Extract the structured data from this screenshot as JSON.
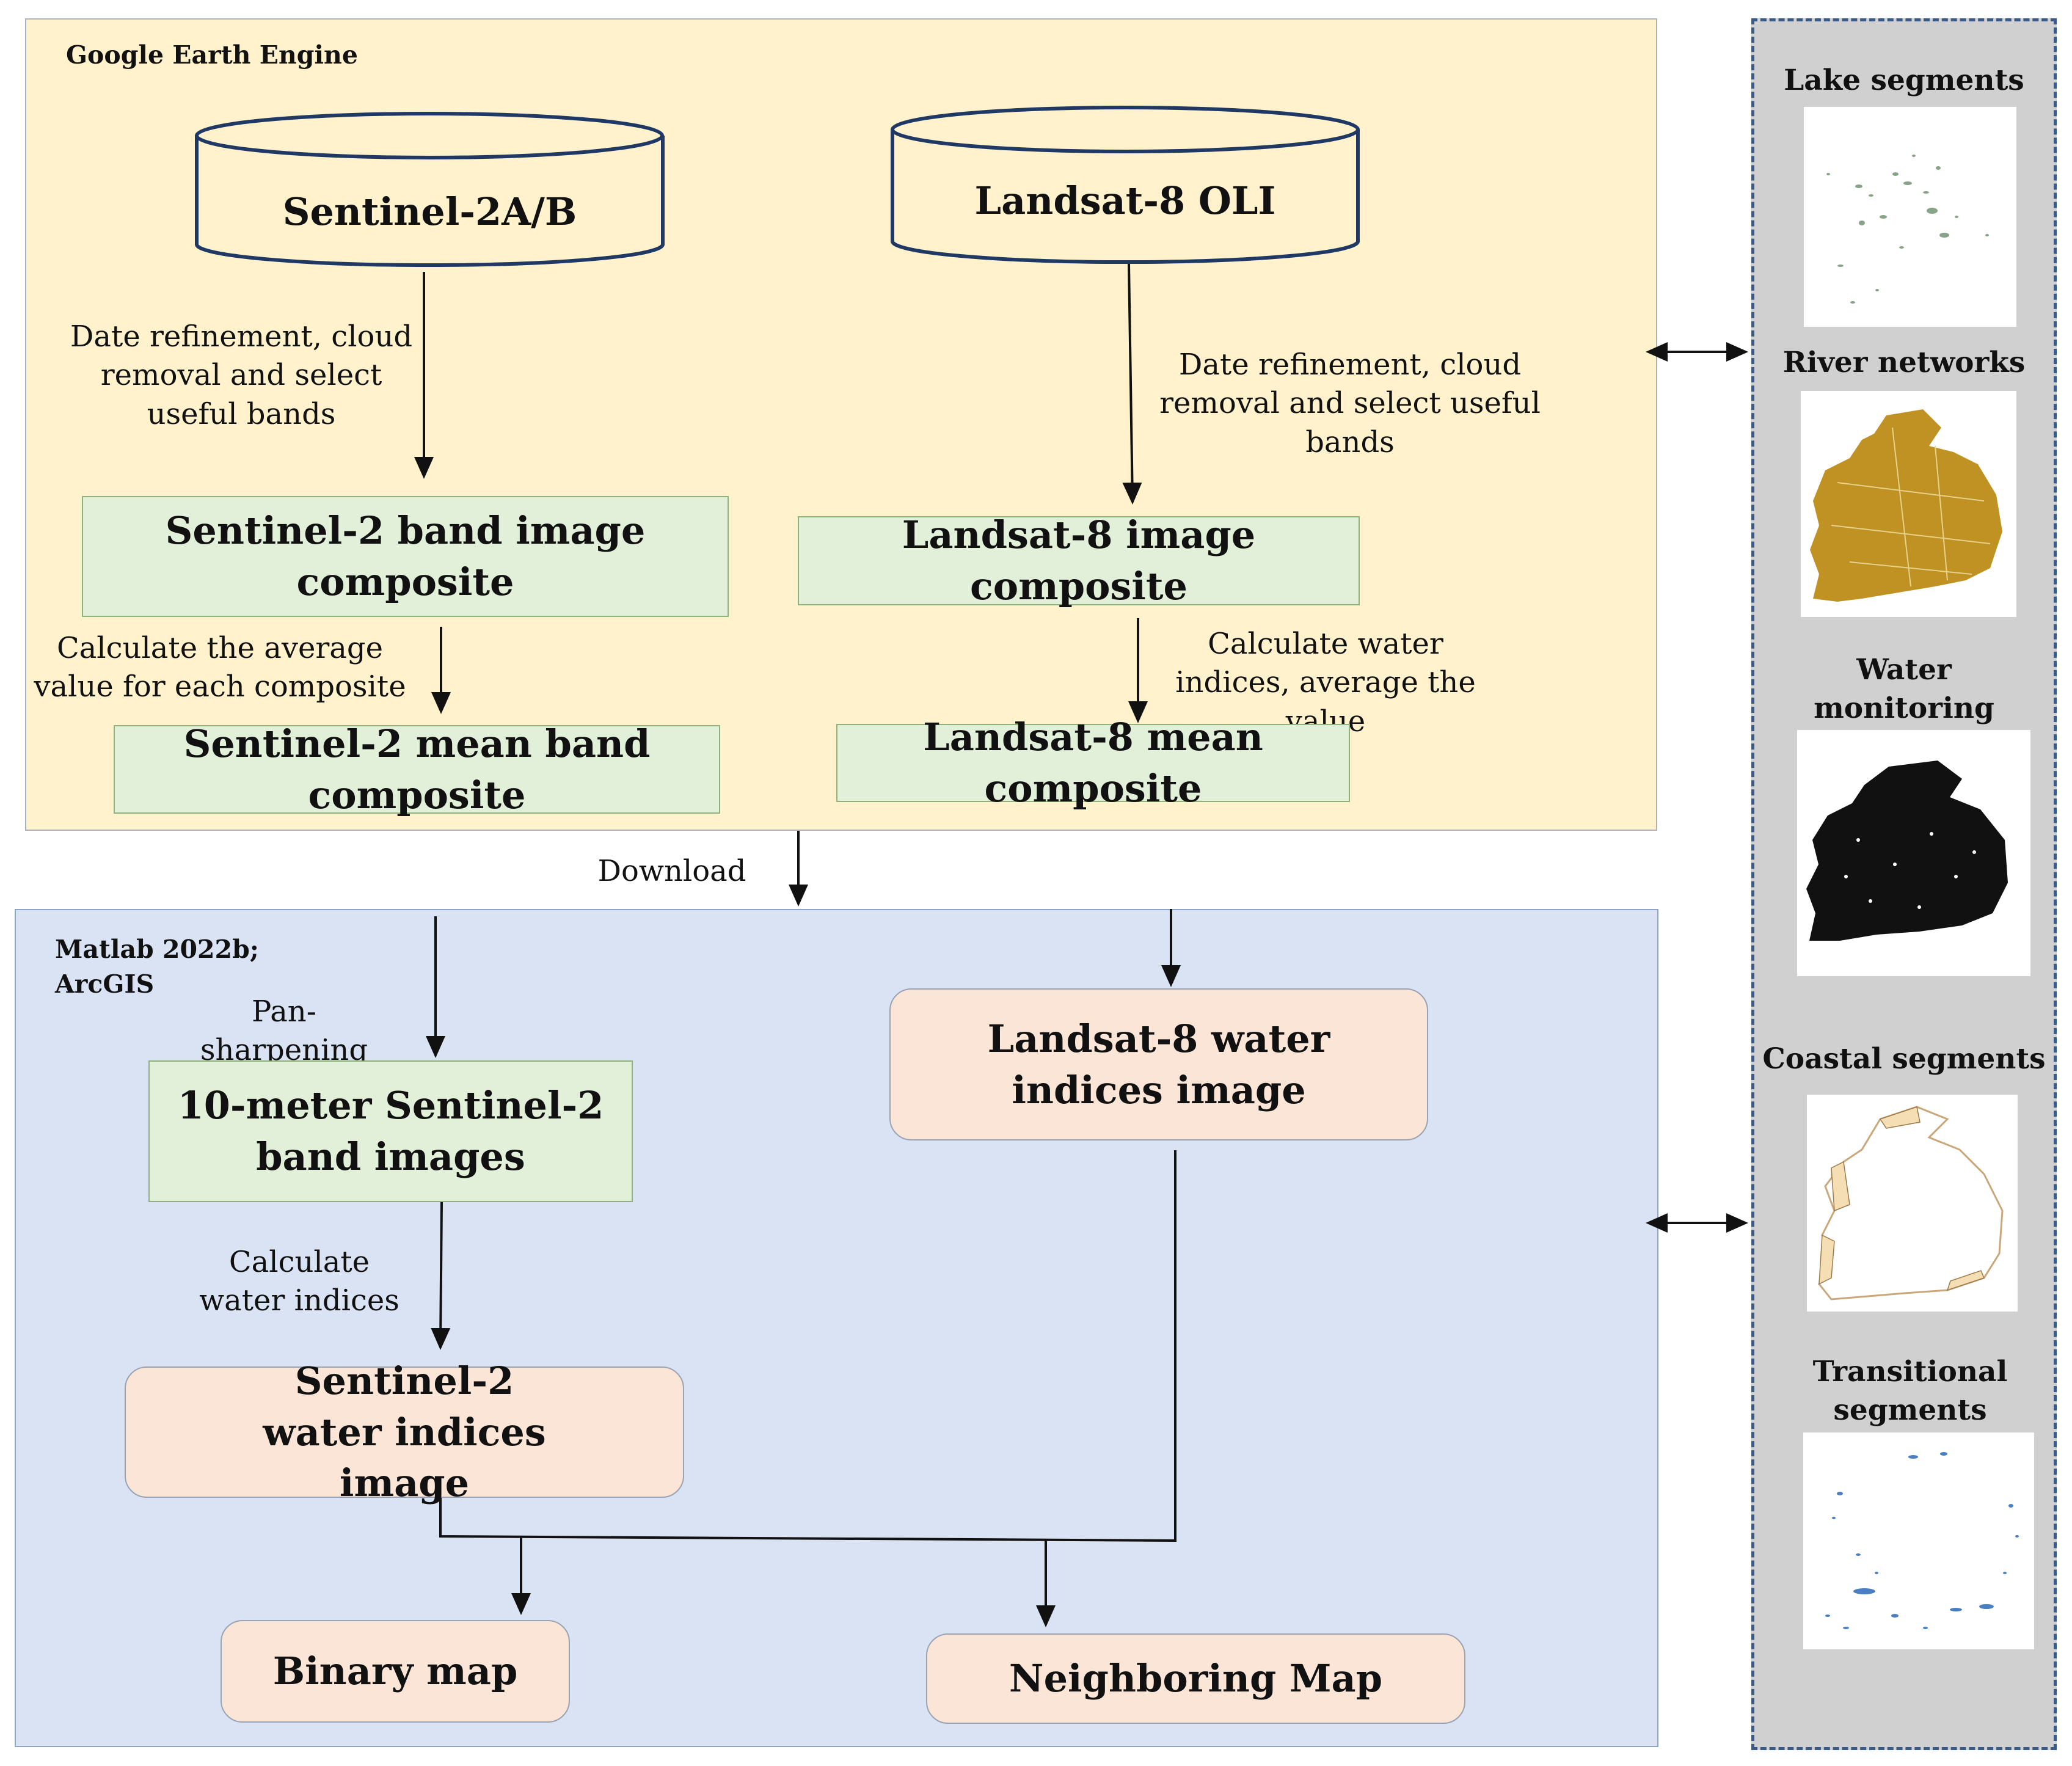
{
  "gee": {
    "label": "Google Earth Engine",
    "sentinel_db": "Sentinel-2A/B",
    "landsat_db": "Landsat-8 OLI",
    "s2_step1": "Date refinement, cloud removal and select useful bands",
    "l8_step1": "Date refinement, cloud removal and select useful bands",
    "s2_composite": "Sentinel-2 band image composite",
    "l8_composite": "Landsat-8 image composite",
    "s2_step2": "Calculate the average value for each composite",
    "l8_step2": "Calculate water indices, average the value",
    "s2_mean": "Sentinel-2 mean band composite",
    "l8_mean": "Landsat-8 mean composite"
  },
  "download_label": "Download",
  "matlab": {
    "label_line1": "Matlab 2022b;",
    "label_line2": "ArcGIS",
    "pan_sharpening": "Pan-sharpening",
    "s2_10m": "10-meter Sentinel-2 band images",
    "calc_water": "Calculate water indices",
    "l8_water": "Landsat-8 water indices image",
    "s2_water": "Sentinel-2 water indices image",
    "binary_map": "Binary map",
    "neighboring_map": "Neighboring Map"
  },
  "sidebar": {
    "items": [
      {
        "title": "Lake segments",
        "icon": "lake-segments-map"
      },
      {
        "title": "River networks",
        "icon": "river-networks-map"
      },
      {
        "title": "Water monitoring stations",
        "icon": "water-monitoring-stations-map"
      },
      {
        "title": "Coastal segments",
        "icon": "coastal-segments-map"
      },
      {
        "title": "Transitional segments",
        "icon": "transitional-segments-map"
      }
    ]
  },
  "colors": {
    "gee_bg": "#fff2cc",
    "matlab_bg": "#dae3f3",
    "sidebar_bg": "#d0d0d0",
    "sidebar_border": "#3a5a8c",
    "green_box": "#e2efd9",
    "pink_box": "#fbe5d6",
    "cylinder_stroke": "#1f3864",
    "river_color": "#b8860b",
    "coastal_color": "#f5deb3",
    "transitional_color": "#4a7fc1"
  }
}
